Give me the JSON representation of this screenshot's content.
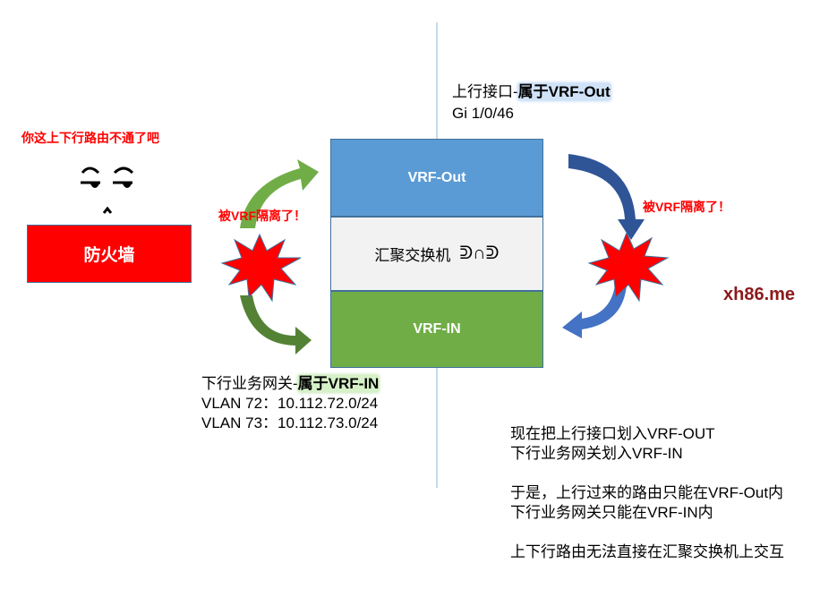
{
  "top_label": {
    "prefix": "上行接口-",
    "highlight": "属于VRF-Out",
    "port": "Gi 1/0/46"
  },
  "firewall": {
    "comment": "你这上下行路由不通了吧",
    "label": "防火墙"
  },
  "switch": {
    "vrf_out": "VRF-Out",
    "name": "汇聚交换机",
    "vrf_in": "VRF-IN"
  },
  "isolated_left": "被VRF隔离了！",
  "isolated_right": "被VRF隔离了！",
  "bottom_label": {
    "prefix": "下行业务网关-",
    "highlight": "属于VRF-IN",
    "lines": [
      "VLAN 72：10.112.72.0/24",
      "VLAN 73：10.112.73.0/24"
    ]
  },
  "watermark": "xh86.me",
  "notes": [
    "现在把上行接口划入VRF-OUT",
    "下行业务网关划入VRF-IN",
    "",
    "于是，上行过来的路由只能在VRF-Out内",
    "下行业务网关只能在VRF-IN内",
    "",
    "上下行路由无法直接在汇聚交换机上交互"
  ],
  "colors": {
    "vrf_out": "#5b9bd5",
    "switch": "#f2f2f2",
    "vrf_in": "#70ad47",
    "firewall": "#ff0000"
  }
}
